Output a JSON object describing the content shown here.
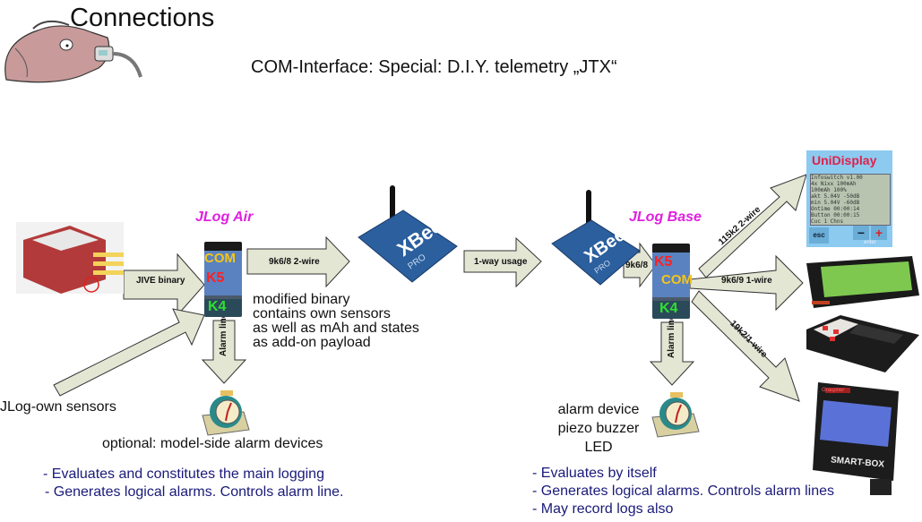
{
  "header": {
    "title": "Connections",
    "subtitle": "COM-Interface: Special: D.I.Y. telemetry „JTX“"
  },
  "colors": {
    "arrow_fill": "#e4e6d4",
    "arrow_stroke": "#333333",
    "module_label": "#e020e0",
    "bullet_text": "#1a1a7a",
    "port_com": "#f5c518",
    "port_k5": "#ff2020",
    "port_k4": "#30e030"
  },
  "air": {
    "label": "JLog Air",
    "ports": {
      "com": "COM",
      "k5": "K5",
      "k4": "K4"
    },
    "input_arrow": "JIVE binary",
    "output_arrow": "9k6/8 2-wire",
    "alarm_arrow": "Alarm lines",
    "sensors_label": "JLog-own sensors",
    "payload_note": [
      "modified binary",
      "contains own sensors",
      "as well as mAh and states",
      "as add-on payload"
    ],
    "alarm_note": "optional: model-side alarm devices",
    "bullets": [
      "- Evaluates and constitutes the main logging",
      "- Generates logical alarms. Controls alarm line."
    ]
  },
  "link": {
    "arrow": "1-way usage"
  },
  "base": {
    "label": "JLog Base",
    "ports": {
      "com": "COM",
      "k5": "K5",
      "k4": "K4"
    },
    "input_arrow": "9k6/8",
    "alarm_arrow": "Alarm lines",
    "out_arrows": [
      "115k2 2-wire",
      "9k6/9 1-wire",
      "19k2/1-wire"
    ],
    "alarm_note": [
      "alarm device",
      "piezo buzzer",
      "LED"
    ],
    "bullets": [
      "- Evaluates by itself",
      "- Generates logical alarms. Controls alarm lines",
      "- May record logs also"
    ]
  },
  "devices": {
    "unidisplay": {
      "brand": "UniDisplay",
      "lines": [
        "Infoswitch v1.00",
        "4x Nixx   100mAh",
        "100mAh  100%",
        "akt 5.04V  -50dB",
        "min 5.04V  -60dB",
        "Ontime 00:00:14",
        "Button 00:00:15",
        "Cuc  1 Chns"
      ],
      "esc": "esc",
      "minus": "−",
      "plus": "+",
      "enter": "enter"
    },
    "smartbox": {
      "brand": "Graupner",
      "name": "SMART-BOX"
    }
  }
}
